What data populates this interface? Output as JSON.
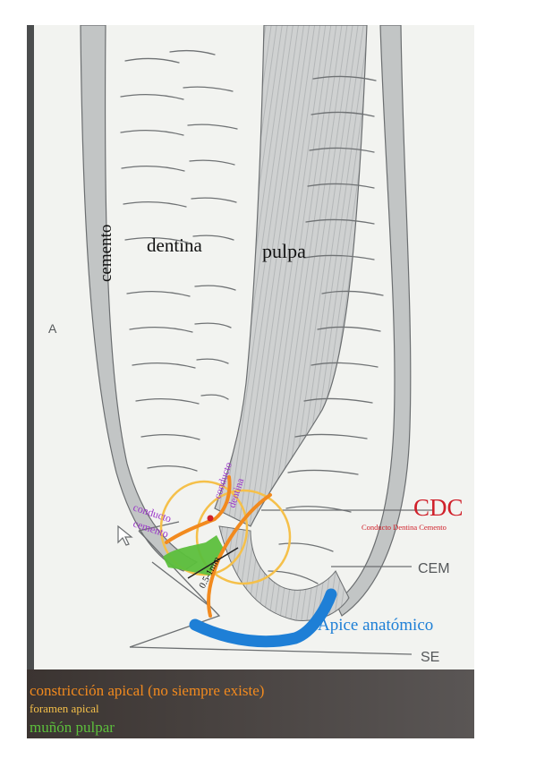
{
  "labels": {
    "panel": "A",
    "cemento": "cemento",
    "dentina": "dentina",
    "pulpa": "pulpa",
    "conducto_cemento_1": "conducto",
    "conducto_cemento_2": "cemento",
    "conducto_dentina_1": "conducto",
    "conducto_dentina_2": "dentina",
    "measure": "0.5-1mm",
    "cdc": "CDC",
    "cdc_full": "Conducto Dentina Cemento",
    "cem": "CEM",
    "apice": "Ápice anatómico",
    "se": "SE"
  },
  "legend": {
    "constriccion": "constricción apical (no siempre existe)",
    "foramen": "foramen apical",
    "munon": "muñón pulpar"
  },
  "colors": {
    "paper": "#f3f4f1",
    "pulp": "#c9cbcb",
    "cemento_band": "#b9bcbc",
    "line": "#6b6e70",
    "orange": "#f28a1e",
    "foramen": "#f5c04a",
    "green": "#5cbf3c",
    "blue": "#1e7fd6",
    "red": "#d0202a",
    "purple": "#9a36c8",
    "legend_bg": "#3a3533"
  }
}
